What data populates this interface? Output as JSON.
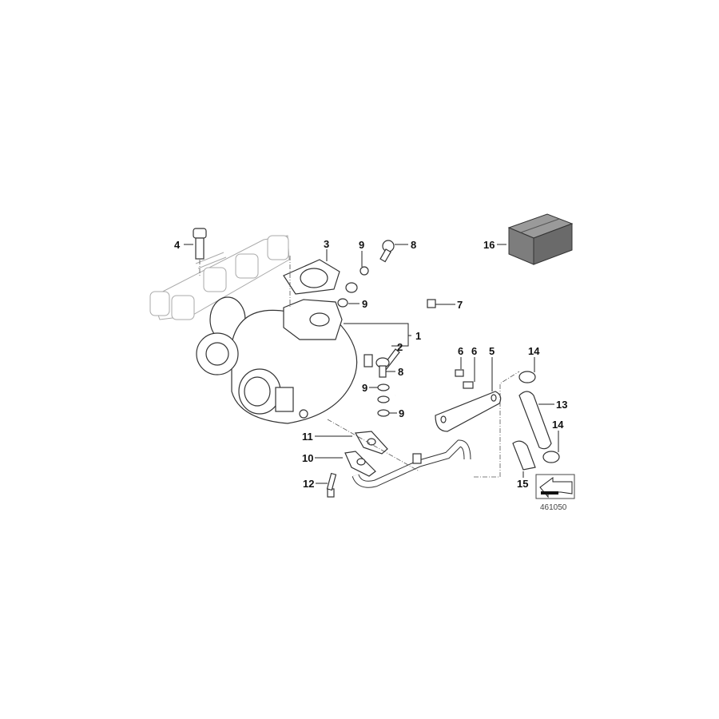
{
  "diagram": {
    "callouts": [
      "1",
      "2",
      "3",
      "4",
      "5",
      "6",
      "6",
      "7",
      "8",
      "8",
      "9",
      "9",
      "9",
      "9",
      "10",
      "11",
      "12",
      "13",
      "14",
      "14",
      "15",
      "16"
    ],
    "reference_number": "461050",
    "colors": {
      "line": "#222222",
      "box_fill": "#8a8a8a",
      "background": "#ffffff"
    }
  }
}
